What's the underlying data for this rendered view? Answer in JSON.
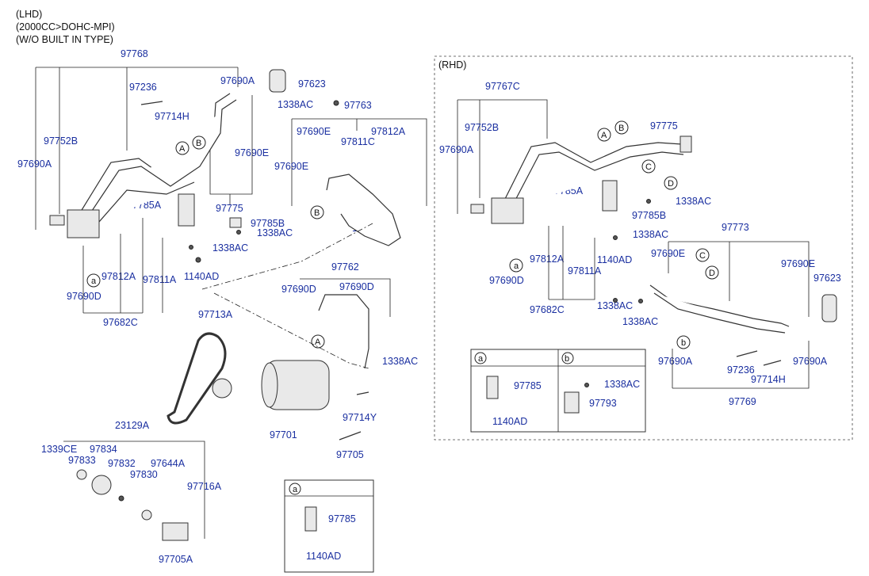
{
  "header": {
    "line1": "(LHD)",
    "line2": "(2000CC>DOHC-MPI)",
    "line3": "(W/O BUILT IN TYPE)"
  },
  "rhd_title": "(RHD)",
  "labels": {
    "p97768": "97768",
    "p97236_l": "97236",
    "p97690A_top": "97690A",
    "p97623_l": "97623",
    "p1338AC_top": "1338AC",
    "p97714H_l": "97714H",
    "p97752B_l": "97752B",
    "p97690E_l": "97690E",
    "p97690A_l": "97690A",
    "p97785A_l": "97785A",
    "p97775_l": "97775",
    "p97785B_l": "97785B",
    "p1338AC_l1": "1338AC",
    "p1338AC_l2": "1338AC",
    "p1140AD_l": "1140AD",
    "p97812A_l": "97812A",
    "p97811A_l": "97811A",
    "p97690D_l": "97690D",
    "p97682C_l": "97682C",
    "p97763": "97763",
    "p97690E_m1": "97690E",
    "p97812A_m": "97812A",
    "p97811C": "97811C",
    "p97690E_m2": "97690E",
    "p1338AC_m": "1338AC",
    "p97762": "97762",
    "p97690D_m1": "97690D",
    "p97690D_m2": "97690D",
    "p1338AC_c": "1338AC",
    "p97713A": "97713A",
    "p97714Y": "97714Y",
    "p97701": "97701",
    "p97705": "97705",
    "p23129A": "23129A",
    "p1339CE": "1339CE",
    "p97834": "97834",
    "p97833": "97833",
    "p97832": "97832",
    "p97644A": "97644A",
    "p97830": "97830",
    "p97716A": "97716A",
    "p97705A": "97705A",
    "inset_a_l_97785": "97785",
    "inset_a_l_1140AD": "1140AD",
    "r97767C": "97767C",
    "r97752B": "97752B",
    "r97690A": "97690A",
    "r97775": "97775",
    "r97785A": "97785A",
    "r1338AC_1": "1338AC",
    "r97785B": "97785B",
    "r1338AC_2": "1338AC",
    "r1140AD": "1140AD",
    "r97812A": "97812A",
    "r97811A": "97811A",
    "r97690D": "97690D",
    "r97682C": "97682C",
    "r97773": "97773",
    "r97690E_1": "97690E",
    "r97690E_2": "97690E",
    "r97623": "97623",
    "r1338AC_3": "1338AC",
    "r1338AC_4": "1338AC",
    "r97690A_2": "97690A",
    "r97236": "97236",
    "r97714H": "97714H",
    "r97690A_3": "97690A",
    "r97769": "97769",
    "inset_a_r_97785": "97785",
    "inset_a_r_1140AD": "1140AD",
    "inset_b_r_1338AC": "1338AC",
    "inset_b_r_97793": "97793"
  },
  "circles": {
    "a": "a",
    "b": "b",
    "A": "A",
    "B": "B",
    "C": "C",
    "D": "D"
  }
}
